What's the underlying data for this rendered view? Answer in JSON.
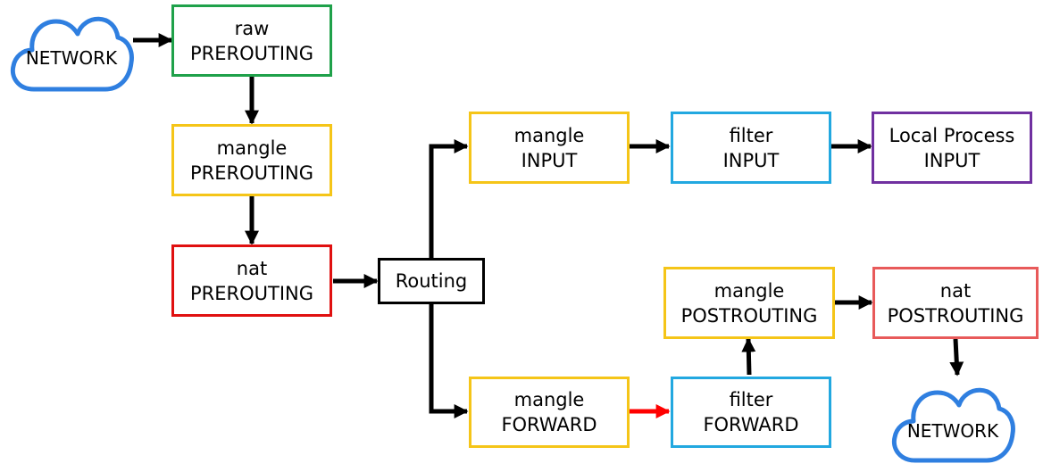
{
  "colors": {
    "green": "#1FA14A",
    "yellow": "#F5C518",
    "red": "#E01010",
    "blue": "#22A8E0",
    "purple": "#7030A0",
    "salmon": "#E85A5A",
    "black": "#000000",
    "cloud": "#2F7FE0",
    "highlight_arrow": "#FF0000"
  },
  "clouds": {
    "source": {
      "label": "NETWORK",
      "icon": "cloud-icon"
    },
    "destination": {
      "label": "NETWORK",
      "icon": "cloud-icon"
    }
  },
  "nodes": {
    "raw_prerouting": {
      "line1": "raw",
      "line2": "PREROUTING",
      "color": "#1FA14A"
    },
    "mangle_prerouting": {
      "line1": "mangle",
      "line2": "PREROUTING",
      "color": "#F5C518"
    },
    "nat_prerouting": {
      "line1": "nat",
      "line2": "PREROUTING",
      "color": "#E01010"
    },
    "routing": {
      "line1": "Routing",
      "line2": "",
      "color": "#000000"
    },
    "mangle_input": {
      "line1": "mangle",
      "line2": "INPUT",
      "color": "#F5C518"
    },
    "filter_input": {
      "line1": "filter",
      "line2": "INPUT",
      "color": "#22A8E0"
    },
    "local_process": {
      "line1": "Local Process",
      "line2": "INPUT",
      "color": "#7030A0"
    },
    "mangle_forward": {
      "line1": "mangle",
      "line2": "FORWARD",
      "color": "#F5C518"
    },
    "filter_forward": {
      "line1": "filter",
      "line2": "FORWARD",
      "color": "#22A8E0"
    },
    "mangle_postrouting": {
      "line1": "mangle",
      "line2": "POSTROUTING",
      "color": "#F5C518"
    },
    "nat_postrouting": {
      "line1": "nat",
      "line2": "POSTROUTING",
      "color": "#E85A5A"
    }
  }
}
